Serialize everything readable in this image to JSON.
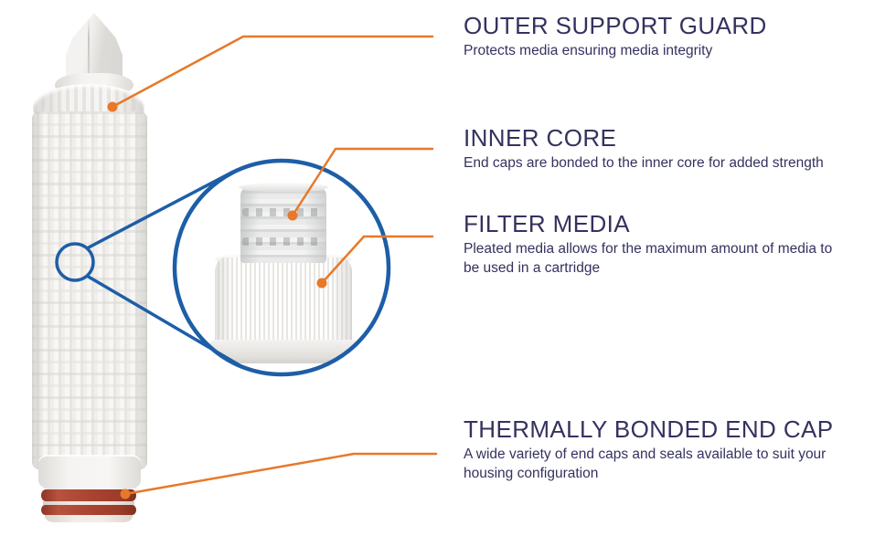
{
  "colors": {
    "accent_orange": "#E8782A",
    "magnifier_blue": "#1D5EA7",
    "text_navy": "#34325F",
    "gasket_red": "#A8432F",
    "background": "#FFFFFF"
  },
  "callouts": [
    {
      "title": "OUTER SUPPORT GUARD",
      "description": "Protects media ensuring media integrity"
    },
    {
      "title": "INNER CORE",
      "description": "End caps are bonded to the inner core for added strength"
    },
    {
      "title": "FILTER MEDIA",
      "description": "Pleated media allows for the maximum amount of media to be used in a cartridge"
    },
    {
      "title": "THERMALLY BONDED END CAP",
      "description": "A wide variety of end caps and seals available to suit your housing configuration"
    }
  ]
}
